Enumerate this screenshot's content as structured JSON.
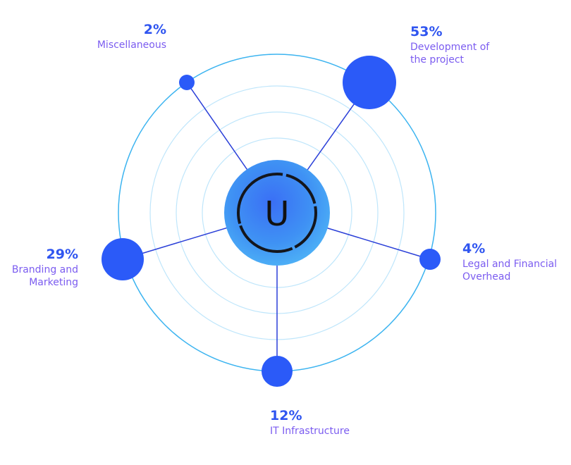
{
  "chart_data": {
    "type": "pie",
    "center_logo": "U",
    "colors": {
      "node": "#2b5af8",
      "connector": "#2a3fd8",
      "ring_outer": "#3cb4f0",
      "ring_inner": "#bfe6fb",
      "percent": "#2f55f0",
      "label": "#7b5cf0"
    },
    "slices": [
      {
        "percent": "53%",
        "value": 53,
        "label_lines": [
          "Development of",
          "the project"
        ]
      },
      {
        "percent": "4%",
        "value": 4,
        "label_lines": [
          "Legal and Financial",
          "Overhead"
        ]
      },
      {
        "percent": "12%",
        "value": 12,
        "label_lines": [
          "IT Infrastructure"
        ]
      },
      {
        "percent": "29%",
        "value": 29,
        "label_lines": [
          "Branding and",
          "Marketing"
        ]
      },
      {
        "percent": "2%",
        "value": 2,
        "label_lines": [
          "Miscellaneous"
        ]
      }
    ]
  }
}
